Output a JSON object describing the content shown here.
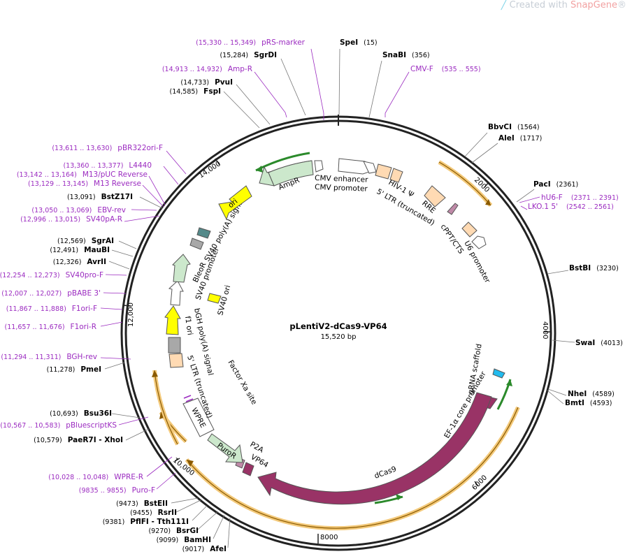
{
  "watermark": {
    "prefix": "Created with ",
    "brand": "SnapGene",
    "suffix": "®"
  },
  "plasmid": {
    "name": "pLentiV2-dCas9-VP64",
    "length_label": "15,520 bp"
  },
  "ticks": [
    "2000",
    "4000",
    "6000",
    "8000",
    "10,000",
    "12,000",
    "14,000"
  ],
  "enzymes": [
    {
      "name": "SpeI",
      "pos": "(15)"
    },
    {
      "name": "SnaBI",
      "pos": "(356)"
    },
    {
      "name": "BbvCI",
      "pos": "(1564)"
    },
    {
      "name": "AleI",
      "pos": "(1717)"
    },
    {
      "name": "PacI",
      "pos": "(2361)"
    },
    {
      "name": "BstBI",
      "pos": "(3230)"
    },
    {
      "name": "SwaI",
      "pos": "(4013)"
    },
    {
      "name": "NheI",
      "pos": "(4589)"
    },
    {
      "name": "BmtI",
      "pos": "(4593)"
    },
    {
      "name": "SgrDI",
      "pos": "(15,284)"
    },
    {
      "name": "PvuI",
      "pos": "(14,733)"
    },
    {
      "name": "FspI",
      "pos": "(14,585)"
    },
    {
      "name": "BstZ17I",
      "pos": "(13,091)"
    },
    {
      "name": "SgrAI",
      "pos": "(12,569)"
    },
    {
      "name": "MauBI",
      "pos": "(12,491)"
    },
    {
      "name": "AvrII",
      "pos": "(12,326)"
    },
    {
      "name": "PmeI",
      "pos": "(11,278)"
    },
    {
      "name": "Bsu36I",
      "pos": "(10,693)"
    },
    {
      "name": "PaeR7I - XhoI",
      "pos": "(10,579)"
    },
    {
      "name": "BstEII",
      "pos": "(9473)"
    },
    {
      "name": "RsrII",
      "pos": "(9455)"
    },
    {
      "name": "PflFI - Tth111I",
      "pos": "(9381)"
    },
    {
      "name": "BsrGI",
      "pos": "(9270)"
    },
    {
      "name": "BamHI",
      "pos": "(9099)"
    },
    {
      "name": "AfeI",
      "pos": "(9017)"
    }
  ],
  "primers": [
    {
      "name": "pRS-marker",
      "pos": "(15,330 .. 15,349)"
    },
    {
      "name": "CMV-F",
      "pos": "(535 .. 555)"
    },
    {
      "name": "Amp-R",
      "pos": "(14,913 .. 14,932)"
    },
    {
      "name": "hU6-F",
      "pos": "(2371 .. 2391)"
    },
    {
      "name": "LKO.1 5'",
      "pos": "(2542 .. 2561)"
    },
    {
      "name": "pBR322ori-F",
      "pos": "(13,611 .. 13,630)"
    },
    {
      "name": "L4440",
      "pos": "(13,360 .. 13,377)"
    },
    {
      "name": "M13/pUC Reverse",
      "pos": "(13,142 .. 13,164)"
    },
    {
      "name": "M13 Reverse",
      "pos": "(13,129 .. 13,145)"
    },
    {
      "name": "EBV-rev",
      "pos": "(13,050 .. 13,069)"
    },
    {
      "name": "SV40pA-R",
      "pos": "(12,996 .. 13,015)"
    },
    {
      "name": "SV40pro-F",
      "pos": "(12,254 .. 12,273)"
    },
    {
      "name": "pBABE 3'",
      "pos": "(12,007 .. 12,027)"
    },
    {
      "name": "F1ori-F",
      "pos": "(11,867 .. 11,888)"
    },
    {
      "name": "F1ori-R",
      "pos": "(11,657 .. 11,676)"
    },
    {
      "name": "BGH-rev",
      "pos": "(11,294 .. 11,311)"
    },
    {
      "name": "pBluescriptKS",
      "pos": "(10,567 .. 10,583)"
    },
    {
      "name": "WPRE-R",
      "pos": "(10,028 .. 10,048)"
    },
    {
      "name": "Puro-F",
      "pos": "(9835 .. 9855)"
    }
  ],
  "features": [
    {
      "name": "CMV enhancer"
    },
    {
      "name": "CMV promoter"
    },
    {
      "name": "HIV-1 Ψ"
    },
    {
      "name": "5' LTR (truncated)"
    },
    {
      "name": "RRE"
    },
    {
      "name": "cPPT/CTS"
    },
    {
      "name": "U6 promoter"
    },
    {
      "name": "gRNA scaffold"
    },
    {
      "name": "EF-1α core promoter"
    },
    {
      "name": "dCas9"
    },
    {
      "name": "VP64"
    },
    {
      "name": "P2A"
    },
    {
      "name": "PuroR"
    },
    {
      "name": "WPRE"
    },
    {
      "name": "Factor Xa site"
    },
    {
      "name": "5' LTR (truncated)"
    },
    {
      "name": "bGH poly(A) signal"
    },
    {
      "name": "f1 ori"
    },
    {
      "name": "SV40 ori"
    },
    {
      "name": "SV40 promoter"
    },
    {
      "name": "BleoR"
    },
    {
      "name": "SV40 poly(A) signal"
    },
    {
      "name": "ori"
    },
    {
      "name": "AmpR"
    }
  ],
  "colors": {
    "backbone": "#222222",
    "primer": "#9b2bc0",
    "orf_arrow": "#cce8cc",
    "green_arrow": "#2b8a2b",
    "orange_ring": "#f3c97a",
    "ori_yellow": "#ffff00",
    "dcas9": "#993366",
    "peach": "#ffdab3",
    "cyan": "#22bbee"
  }
}
